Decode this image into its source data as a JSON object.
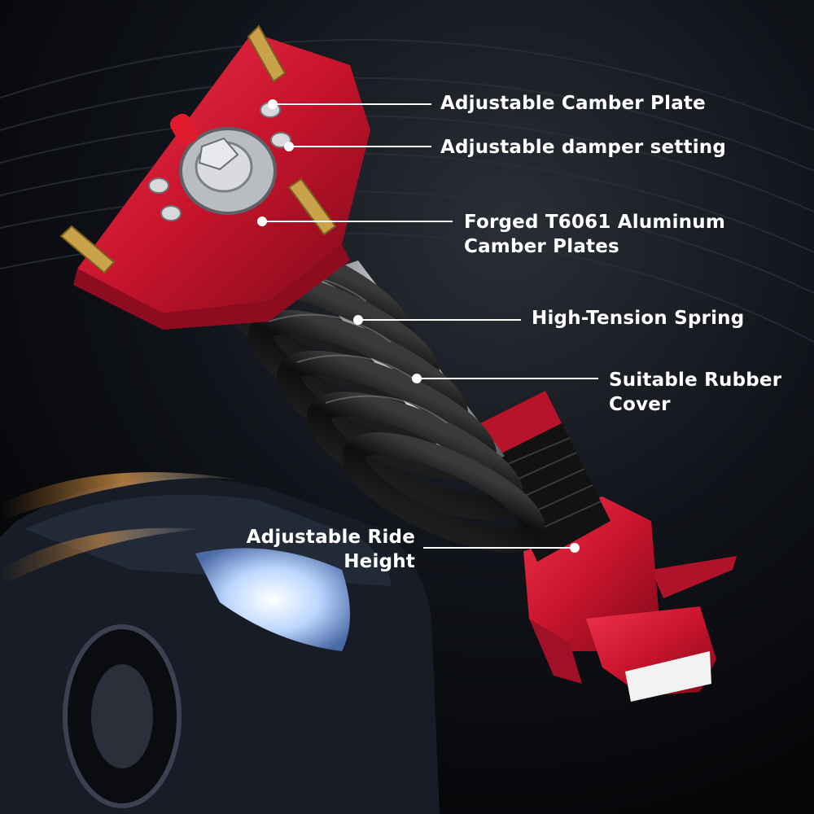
{
  "product": "coilover-suspension-kit",
  "colors": {
    "background": "#07090d",
    "accent_red": "#d01a34",
    "spring_black": "#141414",
    "callout_text": "#ffffff"
  },
  "callouts": {
    "camber_plate": {
      "label": "Adjustable Camber Plate"
    },
    "damper_setting": {
      "label": "Adjustable damper setting"
    },
    "aluminum_plates": {
      "line1": "Forged T6061 Aluminum",
      "line2": "Camber Plates"
    },
    "spring": {
      "label": "High-Tension Spring"
    },
    "rubber_cover": {
      "line1": "Suitable Rubber",
      "line2": "Cover"
    },
    "ride_height": {
      "line1": "Adjustable Ride",
      "line2": "Height"
    }
  }
}
